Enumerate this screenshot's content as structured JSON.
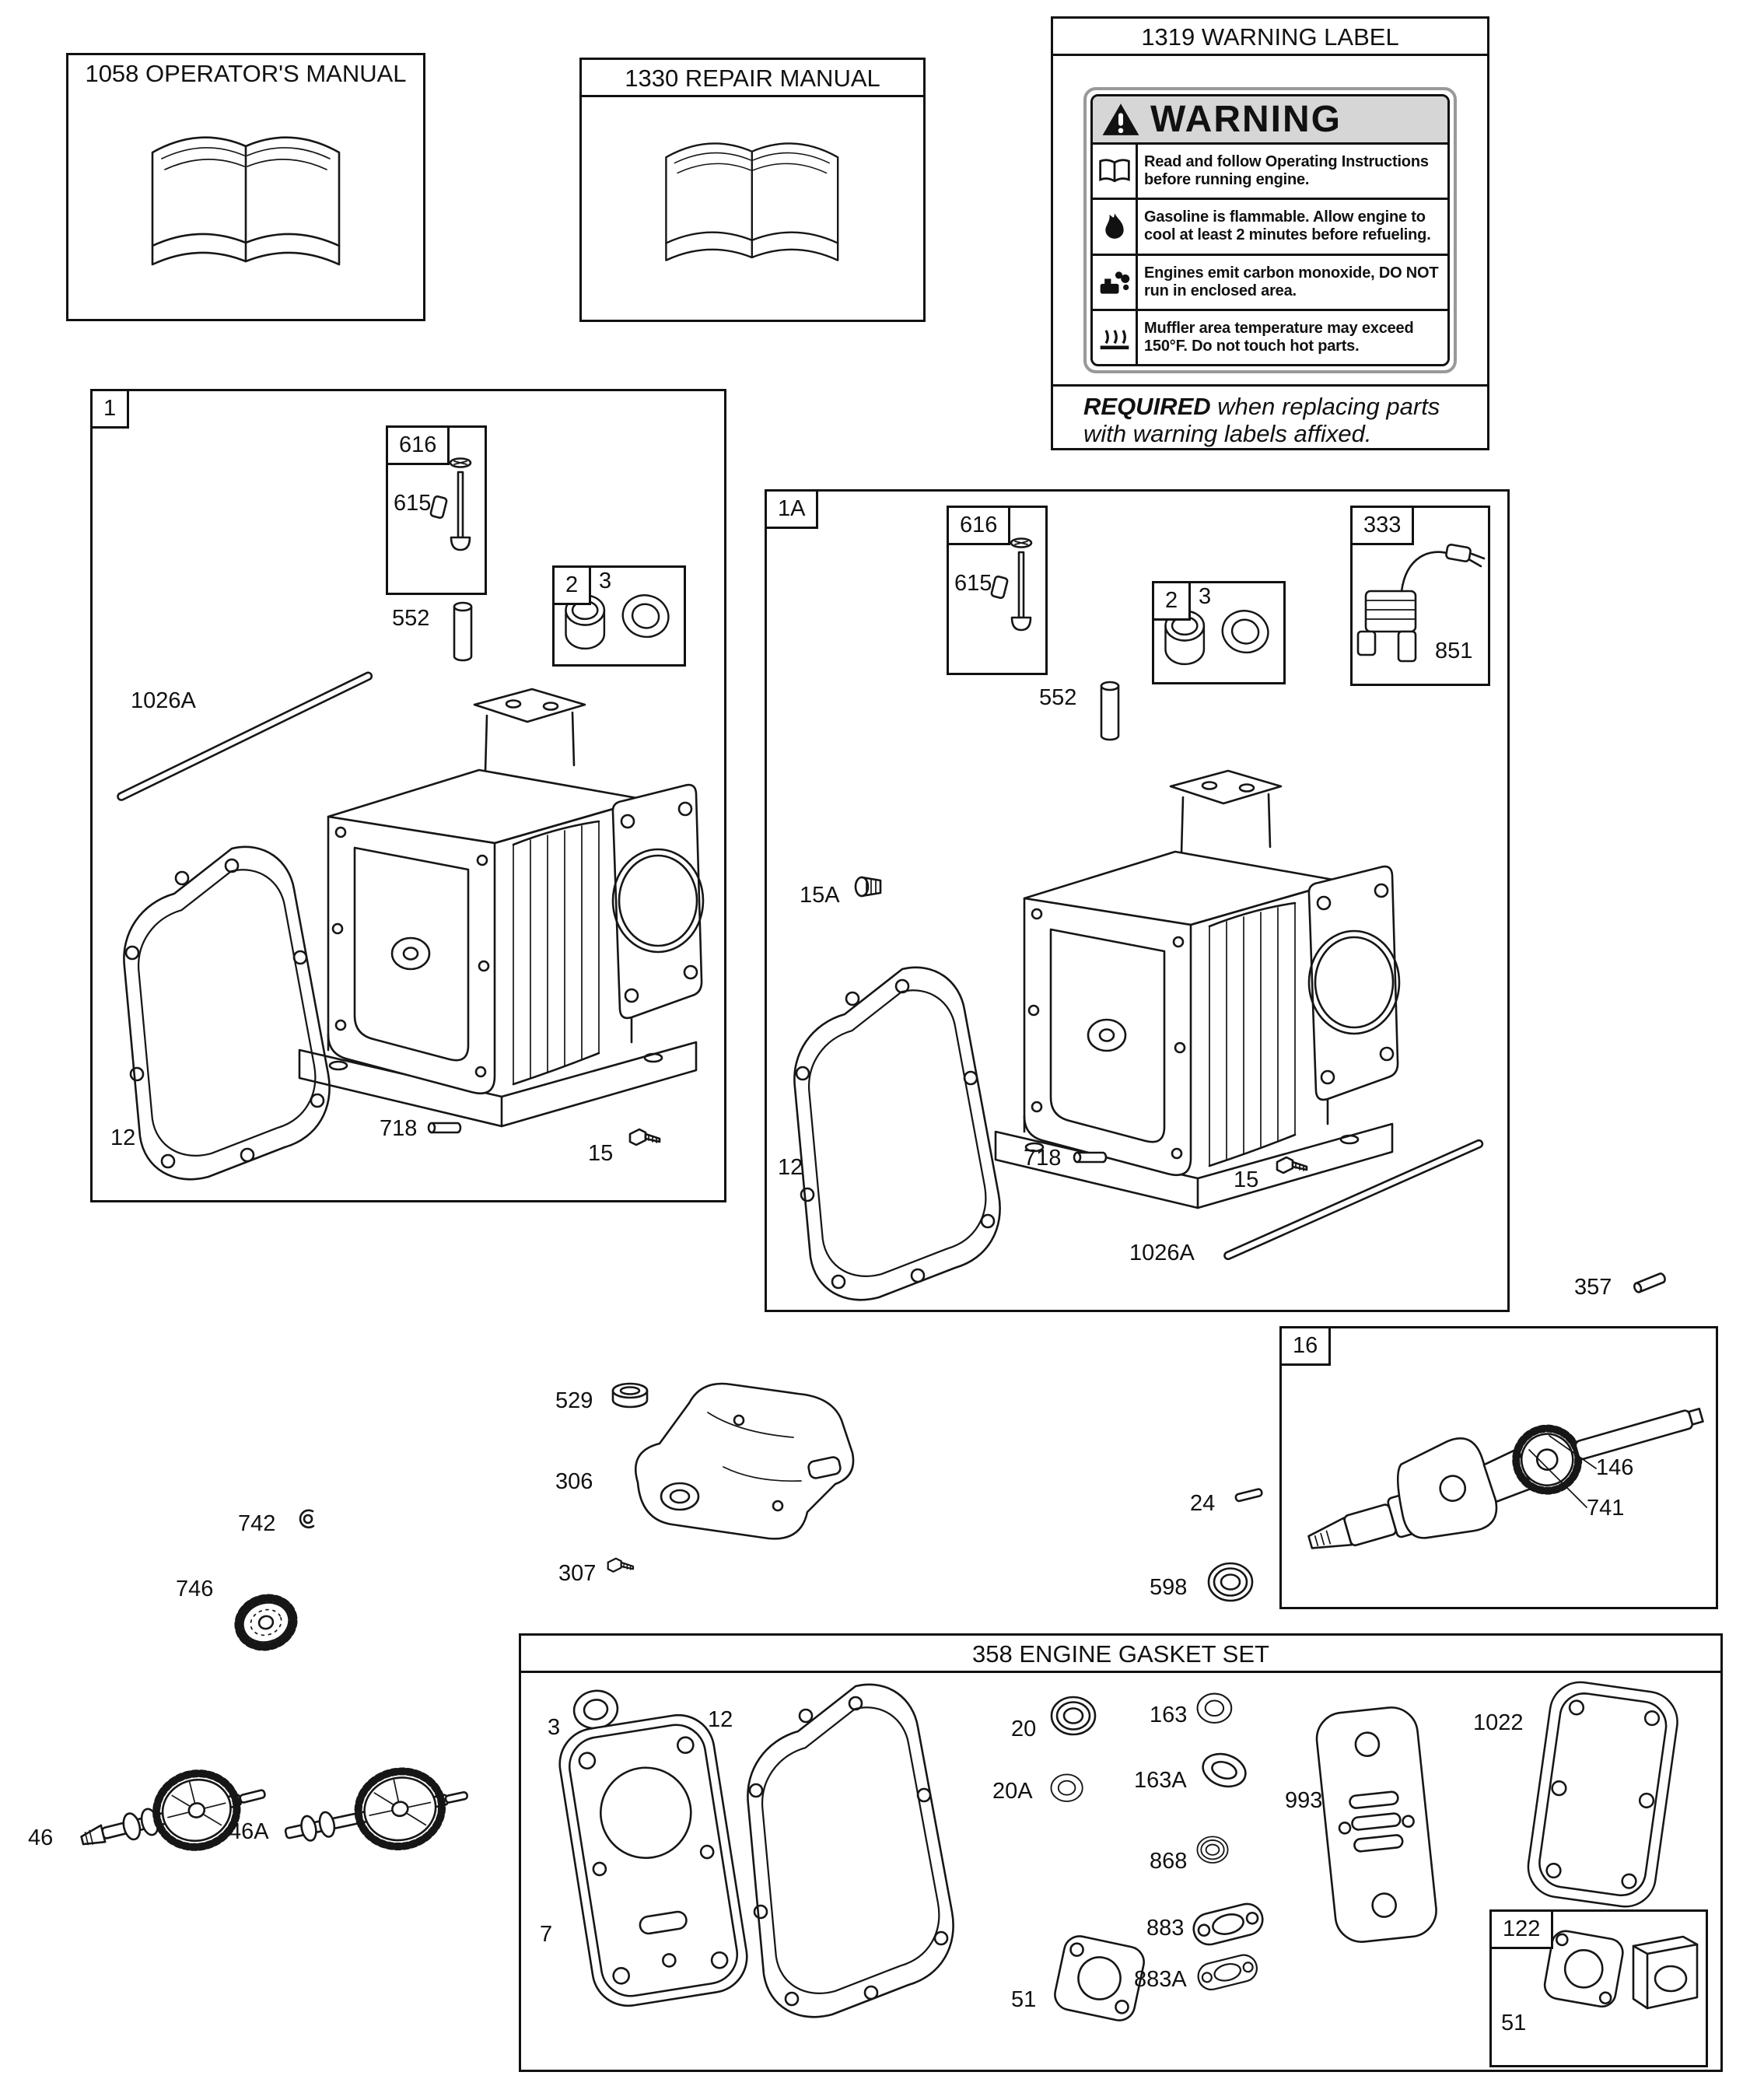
{
  "titles": {
    "operators_manual": "1058 OPERATOR'S MANUAL",
    "repair_manual": "1330 REPAIR MANUAL",
    "warning_label": "1319 WARNING LABEL",
    "gasket_set": "358 ENGINE GASKET SET"
  },
  "warning": {
    "header": "WARNING",
    "rows": [
      {
        "icon": "manual-book-icon",
        "text": "Read and follow Operating Instructions before running engine."
      },
      {
        "icon": "flame-icon",
        "text": "Gasoline is flammable. Allow engine to cool at least 2 minutes before refueling."
      },
      {
        "icon": "carbon-monoxide-icon",
        "text": "Engines emit carbon monoxide, DO NOT run in enclosed area."
      },
      {
        "icon": "hot-surface-icon",
        "text": "Muffler area temperature may exceed 150°F.  Do not touch hot parts."
      }
    ],
    "required_bold": "REQUIRED",
    "required_rest": " when replacing parts with warning labels affixed."
  },
  "groups": {
    "g1": "1",
    "g1a": "1A",
    "g2": "2",
    "g16": "16",
    "g122": "122",
    "g333": "333",
    "g616": "616"
  },
  "parts": {
    "p3": "3",
    "p7": "7",
    "p12": "12",
    "p15": "15",
    "p15a": "15A",
    "p20": "20",
    "p20a": "20A",
    "p24": "24",
    "p46": "46",
    "p46a": "46A",
    "p51": "51",
    "p146": "146",
    "p163": "163",
    "p163a": "163A",
    "p306": "306",
    "p307": "307",
    "p357": "357",
    "p529": "529",
    "p552": "552",
    "p598": "598",
    "p615": "615",
    "p718": "718",
    "p741": "741",
    "p742": "742",
    "p746": "746",
    "p851": "851",
    "p868": "868",
    "p883": "883",
    "p883a": "883A",
    "p993": "993",
    "p1022": "1022",
    "p1026a": "1026A"
  }
}
